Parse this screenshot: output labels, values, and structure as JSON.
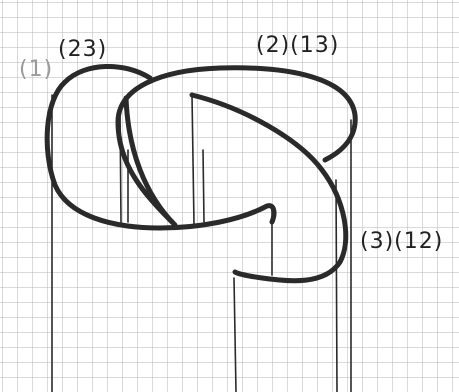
{
  "labels": {
    "label_1_prefix": "(1)",
    "label_1_rest": "(23)",
    "label_2": "(2)(13)",
    "label_3": "(3)(12)"
  },
  "colors": {
    "paper": "#ffffff",
    "grid": "#b5b5b5",
    "ink": "#2a2a2a",
    "faint_ink": "#9a9a9a"
  }
}
